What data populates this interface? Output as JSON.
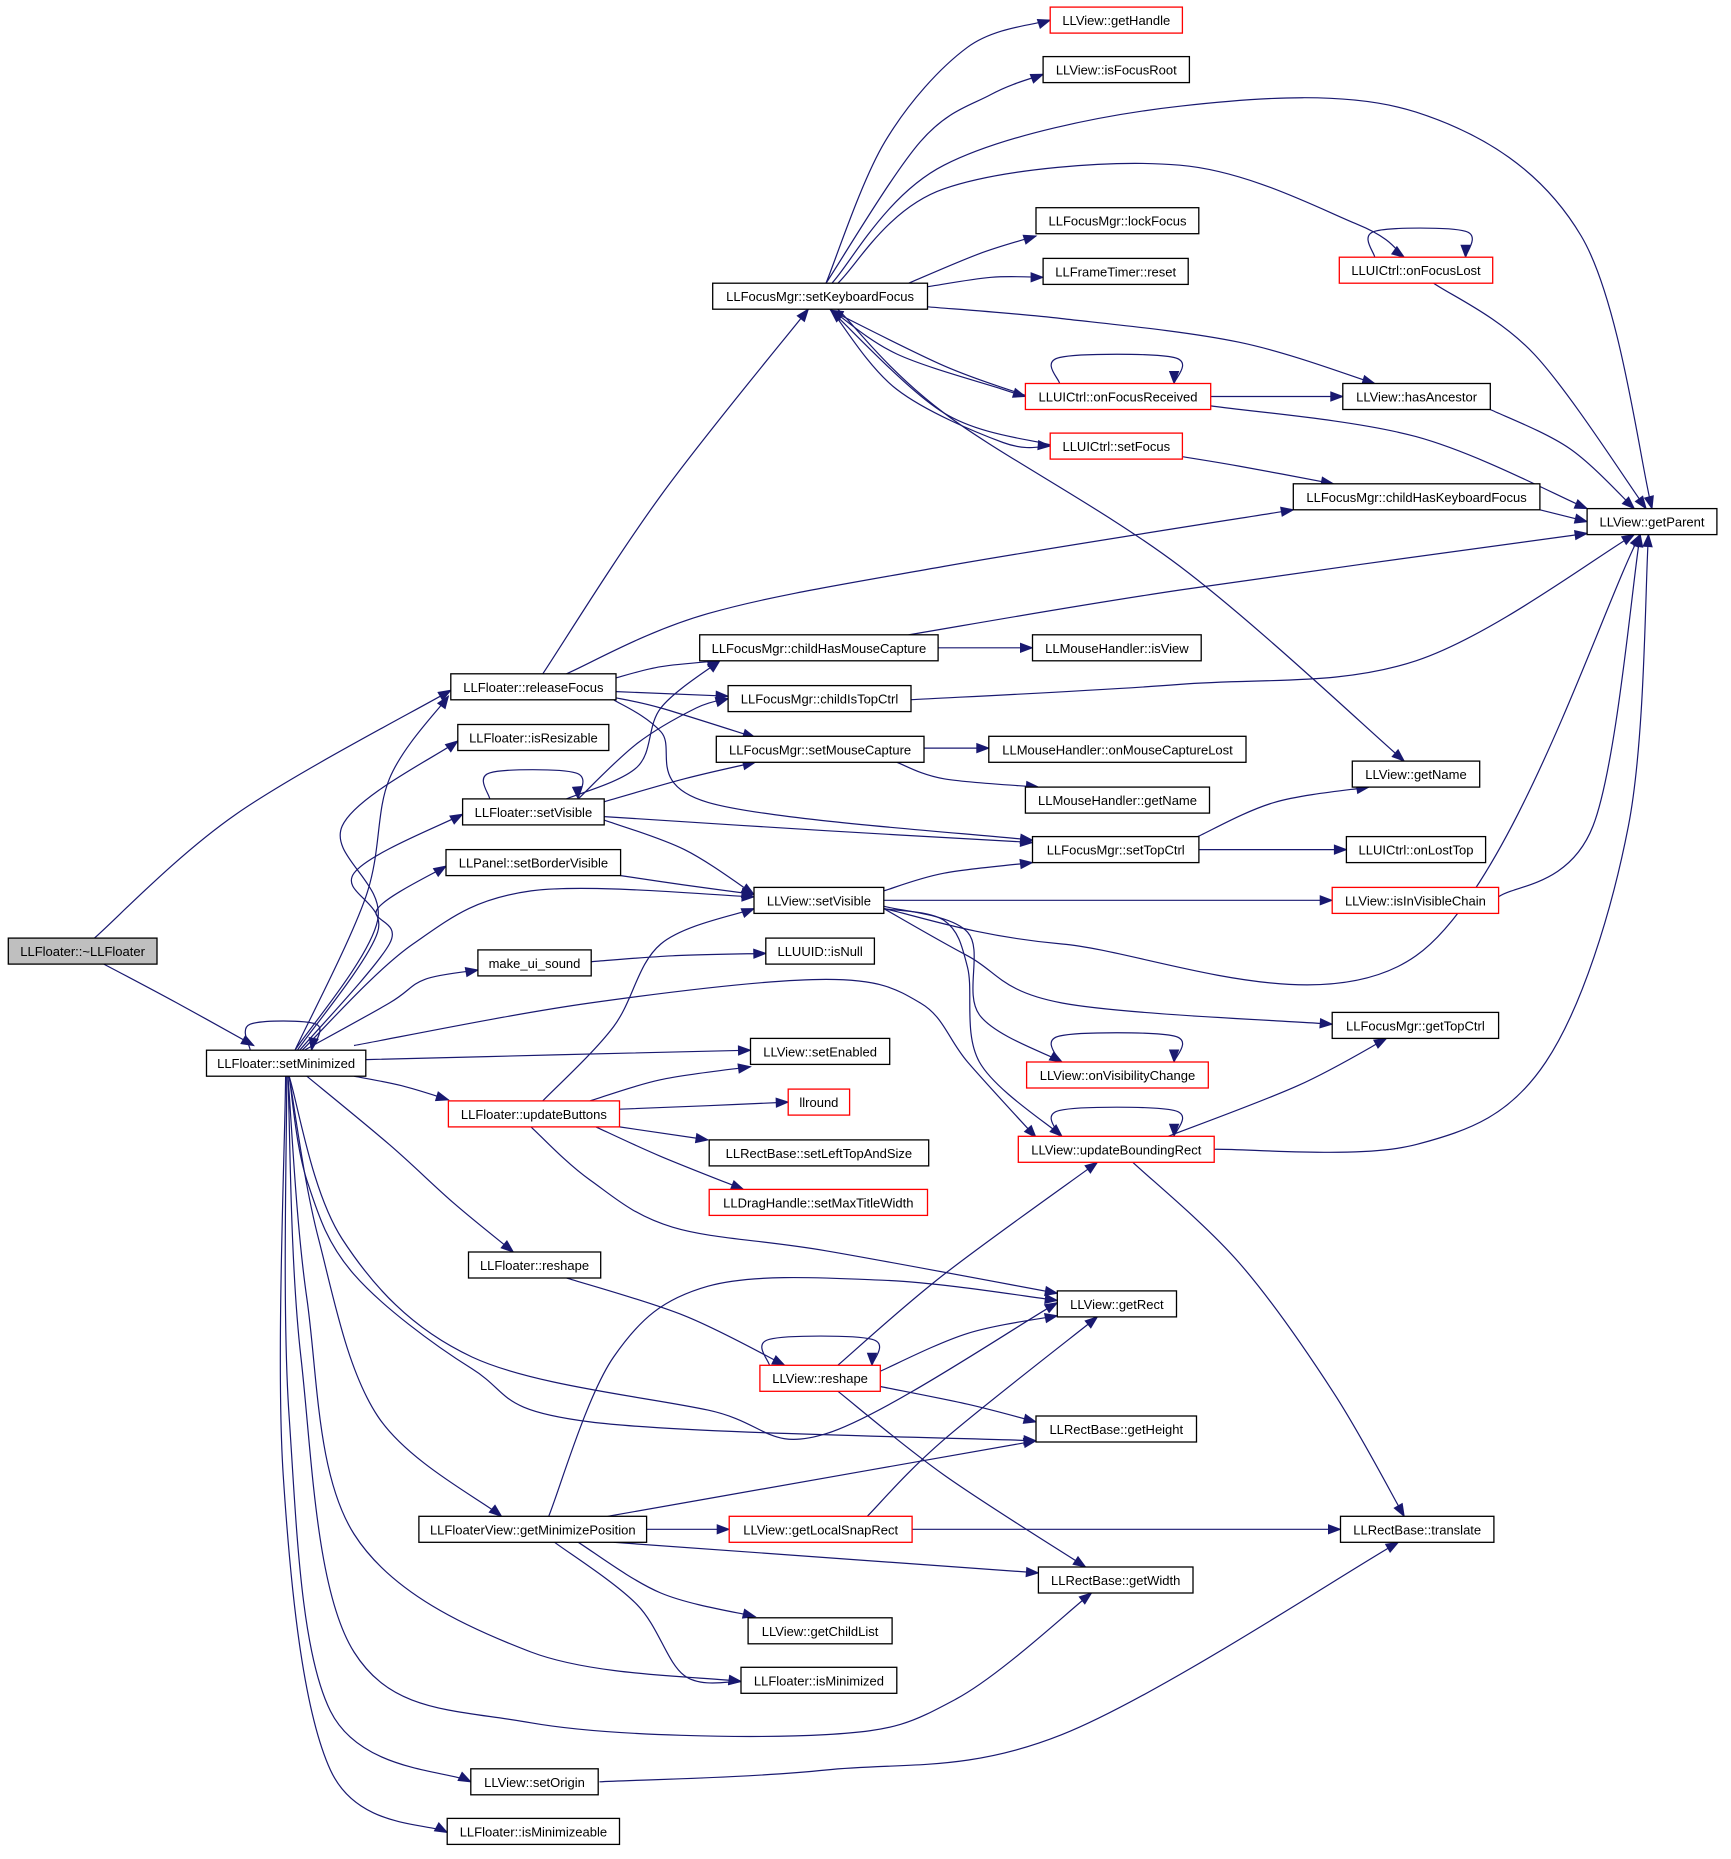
{
  "colors": {
    "edge": "#191970",
    "border_normal": "#000000",
    "border_truncated": "#ff0000",
    "root_fill": "#bfbfbf",
    "node_fill": "#ffffff"
  },
  "nodes": [
    {
      "id": "root",
      "label": "LLFloater::~LLFloater",
      "kind": "root"
    },
    {
      "id": "setMinimized",
      "label": "LLFloater::setMinimized",
      "kind": "normal"
    },
    {
      "id": "releaseFocus",
      "label": "LLFloater::releaseFocus",
      "kind": "normal"
    },
    {
      "id": "isResizable",
      "label": "LLFloater::isResizable",
      "kind": "normal"
    },
    {
      "id": "flSetVisible",
      "label": "LLFloater::setVisible",
      "kind": "normal"
    },
    {
      "id": "setBorderVisible",
      "label": "LLPanel::setBorderVisible",
      "kind": "normal"
    },
    {
      "id": "makeUiSound",
      "label": "make_ui_sound",
      "kind": "normal"
    },
    {
      "id": "updateButtons",
      "label": "LLFloater::updateButtons",
      "kind": "truncated"
    },
    {
      "id": "flReshape",
      "label": "LLFloater::reshape",
      "kind": "normal"
    },
    {
      "id": "getMinimizePosition",
      "label": "LLFloaterView::getMinimizePosition",
      "kind": "normal"
    },
    {
      "id": "setOrigin",
      "label": "LLView::setOrigin",
      "kind": "normal"
    },
    {
      "id": "isMinimizeable",
      "label": "LLFloater::isMinimizeable",
      "kind": "normal"
    },
    {
      "id": "setKeyboardFocus",
      "label": "LLFocusMgr::setKeyboardFocus",
      "kind": "normal"
    },
    {
      "id": "childHasMouseCapture",
      "label": "LLFocusMgr::childHasMouseCapture",
      "kind": "normal"
    },
    {
      "id": "childIsTopCtrl",
      "label": "LLFocusMgr::childIsTopCtrl",
      "kind": "normal"
    },
    {
      "id": "setMouseCapture",
      "label": "LLFocusMgr::setMouseCapture",
      "kind": "normal"
    },
    {
      "id": "viewSetVisible",
      "label": "LLView::setVisible",
      "kind": "normal"
    },
    {
      "id": "isNull",
      "label": "LLUUID::isNull",
      "kind": "normal"
    },
    {
      "id": "setEnabled",
      "label": "LLView::setEnabled",
      "kind": "normal"
    },
    {
      "id": "llround",
      "label": "llround",
      "kind": "truncated"
    },
    {
      "id": "setLeftTopAndSize",
      "label": "LLRectBase::setLeftTopAndSize",
      "kind": "normal"
    },
    {
      "id": "setMaxTitleWidth",
      "label": "LLDragHandle::setMaxTitleWidth",
      "kind": "truncated"
    },
    {
      "id": "viewReshape",
      "label": "LLView::reshape",
      "kind": "truncated"
    },
    {
      "id": "getLocalSnapRect",
      "label": "LLView::getLocalSnapRect",
      "kind": "truncated"
    },
    {
      "id": "getChildList",
      "label": "LLView::getChildList",
      "kind": "normal"
    },
    {
      "id": "isMinimized",
      "label": "LLFloater::isMinimized",
      "kind": "normal"
    },
    {
      "id": "getHandle",
      "label": "LLView::getHandle",
      "kind": "truncated"
    },
    {
      "id": "isFocusRoot",
      "label": "LLView::isFocusRoot",
      "kind": "normal"
    },
    {
      "id": "lockFocus",
      "label": "LLFocusMgr::lockFocus",
      "kind": "normal"
    },
    {
      "id": "frameReset",
      "label": "LLFrameTimer::reset",
      "kind": "normal"
    },
    {
      "id": "onFocusReceived",
      "label": "LLUICtrl::onFocusReceived",
      "kind": "truncated"
    },
    {
      "id": "uiSetFocus",
      "label": "LLUICtrl::setFocus",
      "kind": "truncated"
    },
    {
      "id": "isView",
      "label": "LLMouseHandler::isView",
      "kind": "normal"
    },
    {
      "id": "onMouseCaptureLost",
      "label": "LLMouseHandler::onMouseCaptureLost",
      "kind": "normal"
    },
    {
      "id": "mhGetName",
      "label": "LLMouseHandler::getName",
      "kind": "normal"
    },
    {
      "id": "setTopCtrl",
      "label": "LLFocusMgr::setTopCtrl",
      "kind": "normal"
    },
    {
      "id": "onVisibilityChange",
      "label": "LLView::onVisibilityChange",
      "kind": "truncated"
    },
    {
      "id": "updateBoundingRect",
      "label": "LLView::updateBoundingRect",
      "kind": "truncated"
    },
    {
      "id": "getRect",
      "label": "LLView::getRect",
      "kind": "normal"
    },
    {
      "id": "getHeight",
      "label": "LLRectBase::getHeight",
      "kind": "normal"
    },
    {
      "id": "getWidth",
      "label": "LLRectBase::getWidth",
      "kind": "normal"
    },
    {
      "id": "onFocusLost",
      "label": "LLUICtrl::onFocusLost",
      "kind": "truncated"
    },
    {
      "id": "hasAncestor",
      "label": "LLView::hasAncestor",
      "kind": "normal"
    },
    {
      "id": "childHasKeyboardFocus",
      "label": "LLFocusMgr::childHasKeyboardFocus",
      "kind": "normal"
    },
    {
      "id": "viewGetName",
      "label": "LLView::getName",
      "kind": "normal"
    },
    {
      "id": "onLostTop",
      "label": "LLUICtrl::onLostTop",
      "kind": "normal"
    },
    {
      "id": "isInVisibleChain",
      "label": "LLView::isInVisibleChain",
      "kind": "truncated"
    },
    {
      "id": "getTopCtrl",
      "label": "LLFocusMgr::getTopCtrl",
      "kind": "normal"
    },
    {
      "id": "translate",
      "label": "LLRectBase::translate",
      "kind": "normal"
    },
    {
      "id": "getParent",
      "label": "LLView::getParent",
      "kind": "normal"
    }
  ]
}
